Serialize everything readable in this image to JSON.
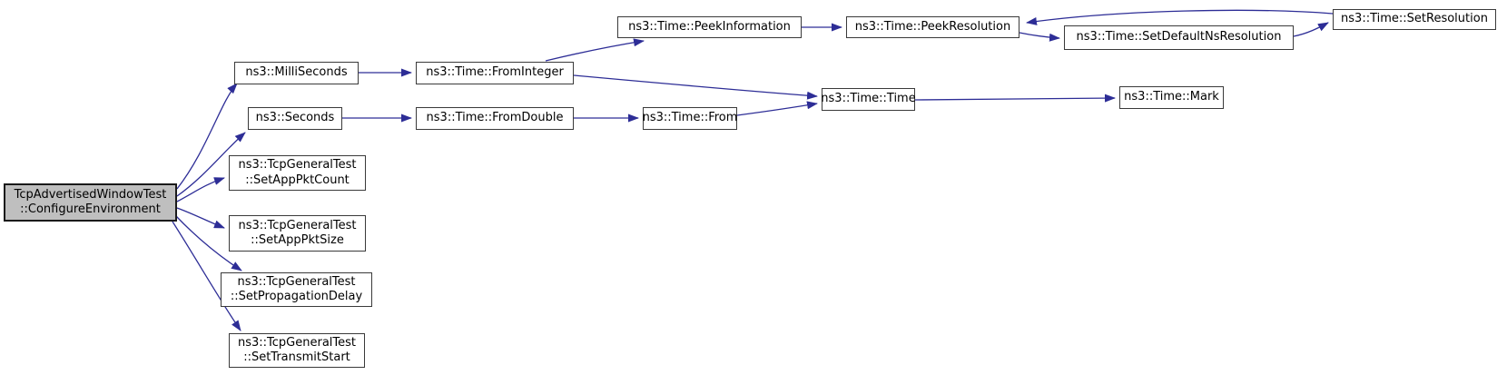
{
  "diagram_type": "doxygen-call-graph",
  "colors": {
    "background": "#ffffff",
    "edge": "#2d2d96",
    "node_fill": "#ffffff",
    "node_border": "#3a3a3a",
    "main_fill": "#bfbfbf",
    "main_border": "#1a1a1a",
    "text": "#000000"
  },
  "nodes": [
    {
      "id": "configure-environment",
      "label": "TcpAdvertisedWindowTest\n::ConfigureEnvironment",
      "main": true
    },
    {
      "id": "milliseconds",
      "label": "ns3::MilliSeconds"
    },
    {
      "id": "seconds",
      "label": "ns3::Seconds"
    },
    {
      "id": "set-app-pkt-count",
      "label": "ns3::TcpGeneralTest\n::SetAppPktCount"
    },
    {
      "id": "set-app-pkt-size",
      "label": "ns3::TcpGeneralTest\n::SetAppPktSize"
    },
    {
      "id": "set-propagation-delay",
      "label": "ns3::TcpGeneralTest\n::SetPropagationDelay"
    },
    {
      "id": "set-transmit-start",
      "label": "ns3::TcpGeneralTest\n::SetTransmitStart"
    },
    {
      "id": "from-integer",
      "label": "ns3::Time::FromInteger"
    },
    {
      "id": "from-double",
      "label": "ns3::Time::FromDouble"
    },
    {
      "id": "time-from",
      "label": "ns3::Time::From"
    },
    {
      "id": "peek-information",
      "label": "ns3::Time::PeekInformation"
    },
    {
      "id": "peek-resolution",
      "label": "ns3::Time::PeekResolution"
    },
    {
      "id": "time-time",
      "label": "ns3::Time::Time"
    },
    {
      "id": "time-mark",
      "label": "ns3::Time::Mark"
    },
    {
      "id": "set-default-ns-resolution",
      "label": "ns3::Time::SetDefaultNsResolution"
    },
    {
      "id": "set-resolution",
      "label": "ns3::Time::SetResolution"
    }
  ],
  "edges": [
    {
      "from": "configure-environment",
      "to": "milliseconds"
    },
    {
      "from": "configure-environment",
      "to": "seconds"
    },
    {
      "from": "configure-environment",
      "to": "set-app-pkt-count"
    },
    {
      "from": "configure-environment",
      "to": "set-app-pkt-size"
    },
    {
      "from": "configure-environment",
      "to": "set-propagation-delay"
    },
    {
      "from": "configure-environment",
      "to": "set-transmit-start"
    },
    {
      "from": "milliseconds",
      "to": "from-integer"
    },
    {
      "from": "seconds",
      "to": "from-double"
    },
    {
      "from": "from-integer",
      "to": "peek-information"
    },
    {
      "from": "from-integer",
      "to": "time-time"
    },
    {
      "from": "from-double",
      "to": "time-from"
    },
    {
      "from": "time-from",
      "to": "time-time"
    },
    {
      "from": "time-time",
      "to": "time-mark"
    },
    {
      "from": "peek-information",
      "to": "peek-resolution"
    },
    {
      "from": "peek-resolution",
      "to": "set-default-ns-resolution"
    },
    {
      "from": "set-default-ns-resolution",
      "to": "set-resolution"
    },
    {
      "from": "set-resolution",
      "to": "peek-resolution"
    }
  ]
}
